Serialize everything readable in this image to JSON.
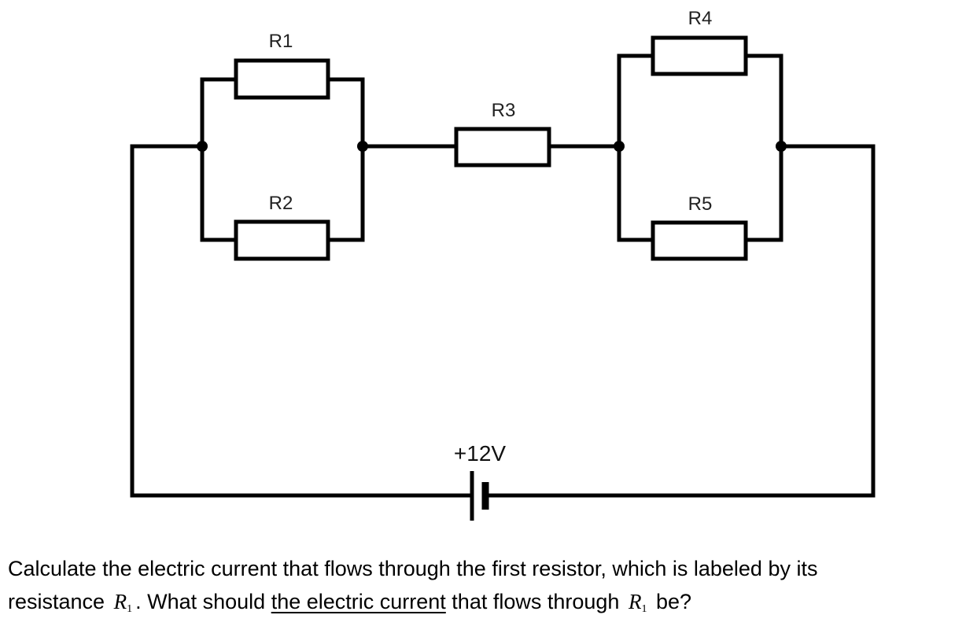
{
  "circuit": {
    "resistors": [
      {
        "id": "R1",
        "label": "R1"
      },
      {
        "id": "R2",
        "label": "R2"
      },
      {
        "id": "R3",
        "label": "R3"
      },
      {
        "id": "R4",
        "label": "R4"
      },
      {
        "id": "R5",
        "label": "R5"
      }
    ],
    "source": {
      "label": "+12V"
    }
  },
  "question": {
    "line1": "Calculate the electric current that flows through the first resistor, which is labeled by its",
    "line2_part1": "resistance",
    "var_symbol": "R",
    "var_subscript": "1",
    "line2_part2": ". What should",
    "line2_underlined": "the electric current",
    "line2_part3": "that flows through",
    "line2_part4": "be?"
  }
}
